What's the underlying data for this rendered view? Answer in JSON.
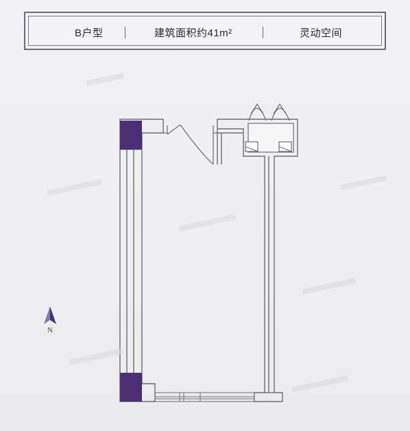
{
  "banner": {
    "unit_type": "B户型",
    "area": "建筑面积约41m²",
    "feature": "灵动空间"
  },
  "compass": {
    "label": "N"
  },
  "colors": {
    "accent": "#4b2f75",
    "wall": "#6e6a76",
    "background": "#efeff1"
  }
}
